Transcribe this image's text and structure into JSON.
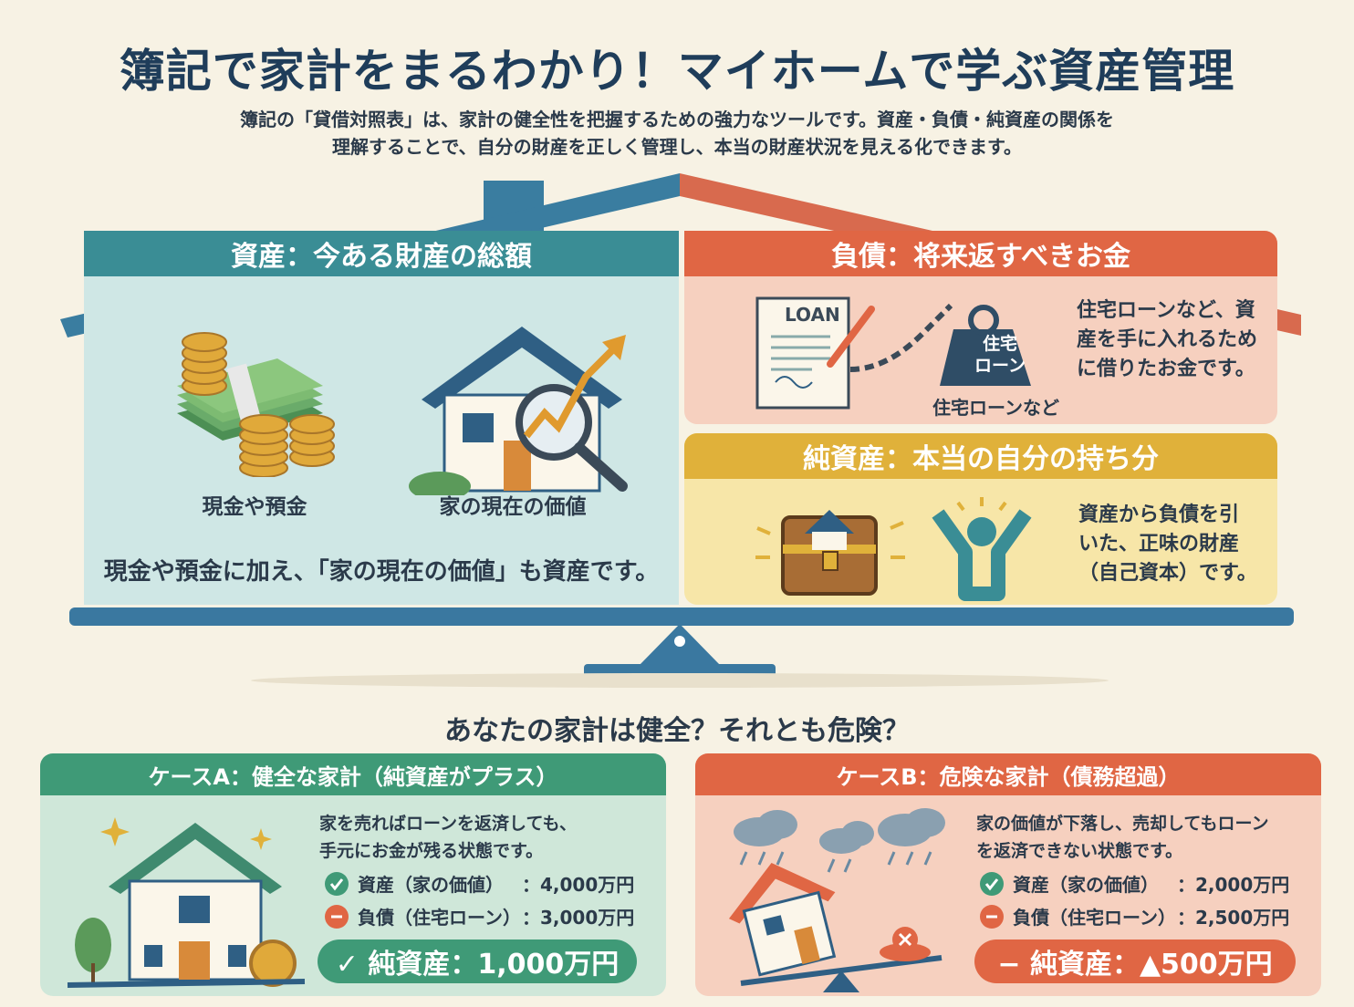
{
  "title": "簿記で家計をまるわかり！マイホームで学ぶ資産管理",
  "intro": {
    "line1": "簿記の「貸借対照表」は、家計の健全性を把握するための強力なツールです。資産・負債・純資産の関係を",
    "line2": "理解することで、自分の財産を正しく管理し、本当の財産状況を見える化できます。"
  },
  "assets": {
    "header": "資産：今ある財産の総額",
    "cash_label": "現金や預金",
    "house_label": "家の現在の価値",
    "note": "現金や預金に加え、「家の現在の価値」も資産です。"
  },
  "liabilities": {
    "header": "負債：将来返すべきお金",
    "loan_doc": "LOAN",
    "weight_text_1": "住宅",
    "weight_text_2": "ローン",
    "caption": "住宅ローンなど",
    "desc_1": "住宅ローンなど、資",
    "desc_2": "産を手に入れるため",
    "desc_3": "に借りたお金です。"
  },
  "equity": {
    "header": "純資産：本当の自分の持ち分",
    "desc_1": "資産から負債を引",
    "desc_2": "いた、正味の財産",
    "desc_3": "（自己資本）です。"
  },
  "question": "あなたの家計は健全？それとも危険？",
  "case_a": {
    "header": "ケースA：健全な家計（純資産がプラス）",
    "desc_1": "家を売ればローンを返済しても、",
    "desc_2": "手元にお金が残る状態です。",
    "asset_key": "資産（家の価値）",
    "asset_val": "：4,000万円",
    "liab_key": "負債（住宅ローン）",
    "liab_val": "：3,000万円",
    "result": "✓ 純資産：1,000万円"
  },
  "case_b": {
    "header": "ケースB：危険な家計（債務超過）",
    "desc_1": "家の価値が下落し、売却してもローン",
    "desc_2": "を返済できない状態です。",
    "asset_key": "資産（家の価値）",
    "asset_val": "：2,000万円",
    "liab_key": "負債（住宅ローン）",
    "liab_val": "：2,500万円",
    "result": "− 純資産：▲500万円"
  },
  "colors": {
    "teal": "#3a8d95",
    "teal_bg": "#cfe7e5",
    "red": "#e06644",
    "red_bg": "#f6d0bf",
    "yellow": "#e0b13a",
    "yellow_bg": "#f7e6a8",
    "green": "#3f9a77",
    "green_bg": "#cfe7d9",
    "navy": "#2f5f84"
  }
}
